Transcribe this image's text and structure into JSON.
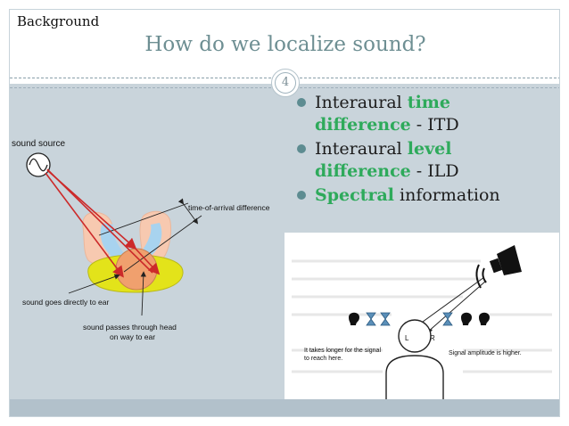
{
  "slide": {
    "section_label": "Background",
    "title": "How do we localize sound?",
    "slide_number": "4"
  },
  "bullets": [
    {
      "prefix": "Interaural ",
      "highlight": "time",
      "line2_highlight": "difference",
      "suffix": " - ITD"
    },
    {
      "prefix": "Interaural ",
      "highlight": "level",
      "line2_highlight": "difference",
      "suffix": " - ILD"
    },
    {
      "prefix": "",
      "highlight": "Spectral",
      "suffix": " information"
    }
  ],
  "left_figure": {
    "labels": {
      "sound_source": "sound source",
      "time_of_arrival": "time-of-arrival difference",
      "goes_directly": "sound goes directly to ear",
      "passes_through_line1": "sound passes through head",
      "passes_through_line2": "on way to ear"
    },
    "colors": {
      "arrow": "#cc2a2a",
      "head": "#f0a06e",
      "shoulders": "#e3e31a",
      "ear_blue": "#a8d3ef",
      "hands": "#f7c9b0"
    }
  },
  "right_figure": {
    "labels": {
      "left_ear": "L",
      "right_ear": "R",
      "longer_line1": "It takes longer for the signal",
      "longer_line2": "to reach here.",
      "amplitude": "Signal amplitude is higher."
    },
    "icons": [
      "speaker-icon",
      "hourglass-icon",
      "ear-icon"
    ]
  },
  "theme": {
    "title_color": "#6e8f93",
    "panel_color": "#c9d4db",
    "highlight_color": "#2eaa5b"
  }
}
